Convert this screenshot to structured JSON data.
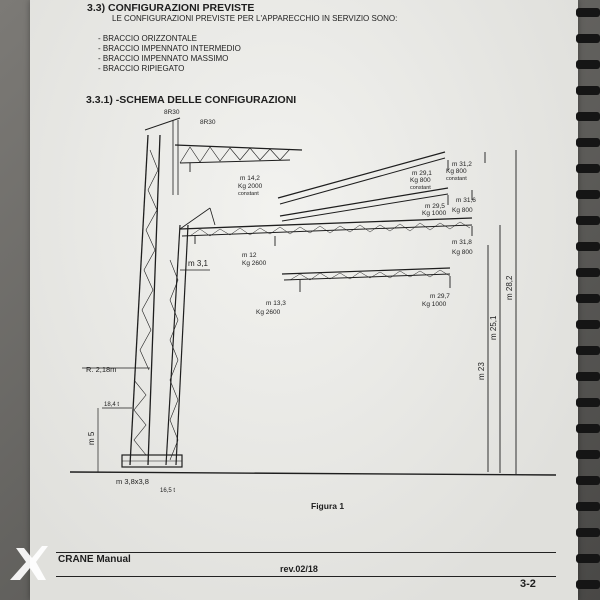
{
  "section": {
    "number_title": "3.3) CONFIGURAZIONI PREVISTE",
    "intro": "LE CONFIGURAZIONI PREVISTE PER L'APPARECCHIO IN SERVIZIO SONO:",
    "items": [
      "- BRACCIO ORIZZONTALE",
      "- BRACCIO IMPENNATO INTERMEDIO",
      "- BRACCIO IMPENNATO MASSIMO",
      "- BRACCIO RIPIEGATO"
    ]
  },
  "subsection": {
    "title": "3.3.1) -SCHEMA DELLE CONFIGURAZIONI"
  },
  "diagram": {
    "top_labels": {
      "a": "8R30",
      "b": "8R30"
    },
    "folded": {
      "dist": "m 14,2",
      "load": "Kg 2000",
      "note": "constant"
    },
    "max_inclined": {
      "dist": "m 29,1",
      "load": "Kg 800",
      "note": "constant",
      "tip_dist": "m 31,2",
      "tip_load": "Kg 800",
      "tip_note": "constant"
    },
    "intermediate": {
      "dist": "m 29,5",
      "load": "Kg 1000",
      "tip_dist": "m 31,6",
      "tip_load": "Kg 800"
    },
    "horizontal_top": {
      "inner_dist": "m 12",
      "inner_load": "Kg 2600",
      "tip_dist": "m 31,8",
      "tip_load": "Kg 800",
      "height": "m 3,1"
    },
    "horizontal_low": {
      "inner_dist": "m 13,3",
      "inner_load": "Kg 2600",
      "tip_dist": "m 29,7",
      "tip_load": "Kg 1000"
    },
    "radius": "R. 2,18m",
    "counterweight": "18,4 t",
    "mast_height": "m 5",
    "base": "m 3,8x3,8",
    "ballast": "16,5 t",
    "height_23": "m 23",
    "height_25": "m 25,1",
    "height_28": "m 28,2",
    "figure_caption": "Figura 1"
  },
  "footer": {
    "manual": "CRANE Manual",
    "revision": "rev.02/18",
    "page": "3-2"
  },
  "colors": {
    "paper": "#eeeeea",
    "ink": "#1e1e1e",
    "background": "#6f6e6b"
  }
}
